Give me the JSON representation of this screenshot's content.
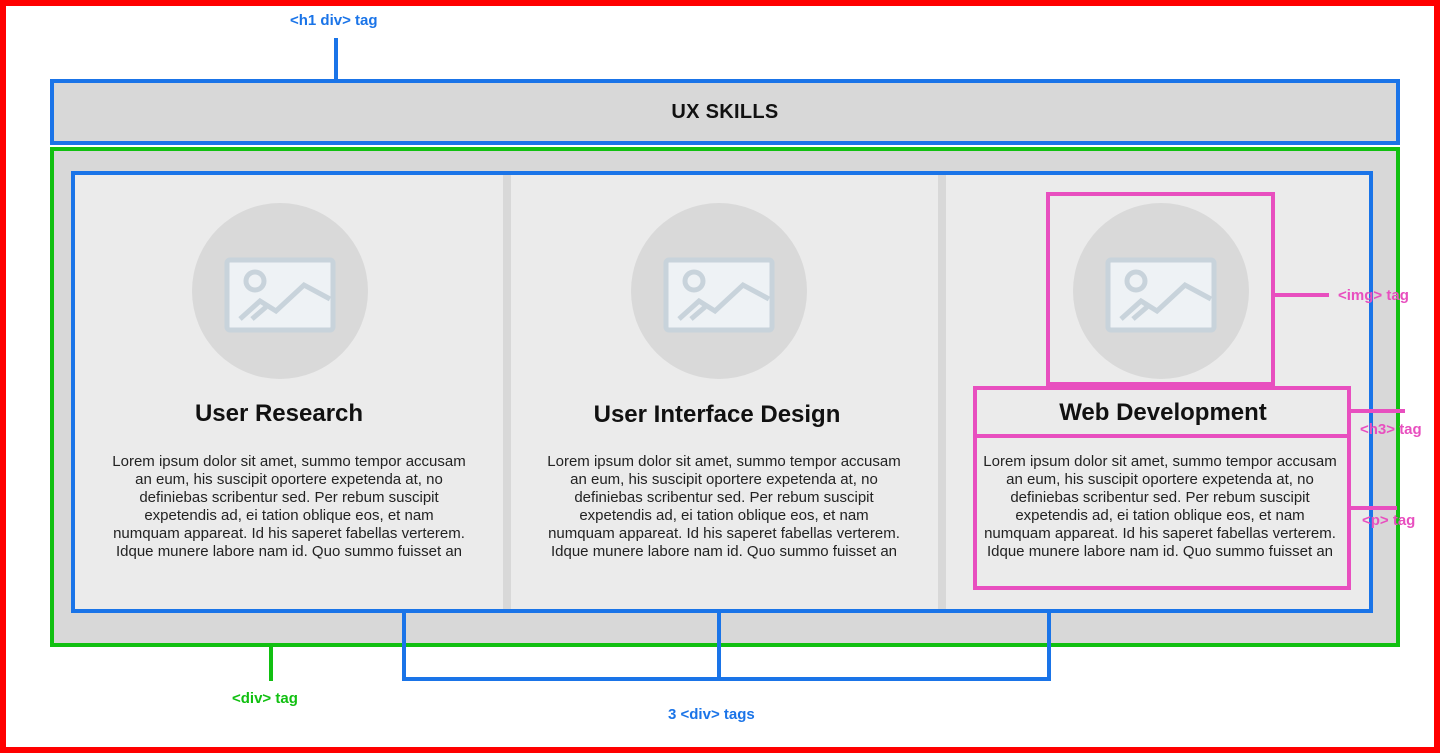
{
  "annotations": {
    "h1_tag": "<h1 div> tag",
    "div_tag": "<div> tag",
    "three_div_tags": "3 <div> tags",
    "img_tag": "<img> tag",
    "h3_tag": "<h3> tag",
    "p_tag": "<p> tag"
  },
  "header": {
    "title": "UX SKILLS"
  },
  "cards": [
    {
      "title": "User Research",
      "text": "Lorem ipsum dolor sit amet, summo tempor accusam an eum, his suscipit oporterе expetenda at, no definiebas scribentur sed. Per rebum suscipit expetendis ad, ei tation oblique eos, et nam numquam appareat. Id his saperet fabellas verterem. Idque munere labore nam id. Quo summo fuisset an",
      "icon": "image-placeholder-icon"
    },
    {
      "title": "User Interface Design",
      "text": "Lorem ipsum dolor sit amet, summo tempor accusam an eum, his suscipit oportere expetenda at, no definiebas scribentur sed. Per rebum suscipit expetendis ad, ei tation oblique eos, et nam numquam appareat. Id his saperet fabellas verterem. Idque munere labore nam id. Quo summo fuisset an",
      "icon": "image-placeholder-icon"
    },
    {
      "title": "Web Development",
      "text": "Lorem ipsum dolor sit amet, summo tempor accusam an eum, his suscipit oportere expetenda at, no definiebas scribentur sed. Per rebum suscipit expetendis ad, ei tation oblique eos, et nam numquam appareat. Id his saperet fabellas verterem. Idque munere labore nam id. Quo summo fuisset an",
      "icon": "image-placeholder-icon"
    }
  ],
  "colors": {
    "frame": "#ff0000",
    "blue": "#1a74e8",
    "green": "#11c011",
    "pink": "#e84fbf",
    "panel": "#d8d8d8",
    "card": "#ebebeb"
  }
}
